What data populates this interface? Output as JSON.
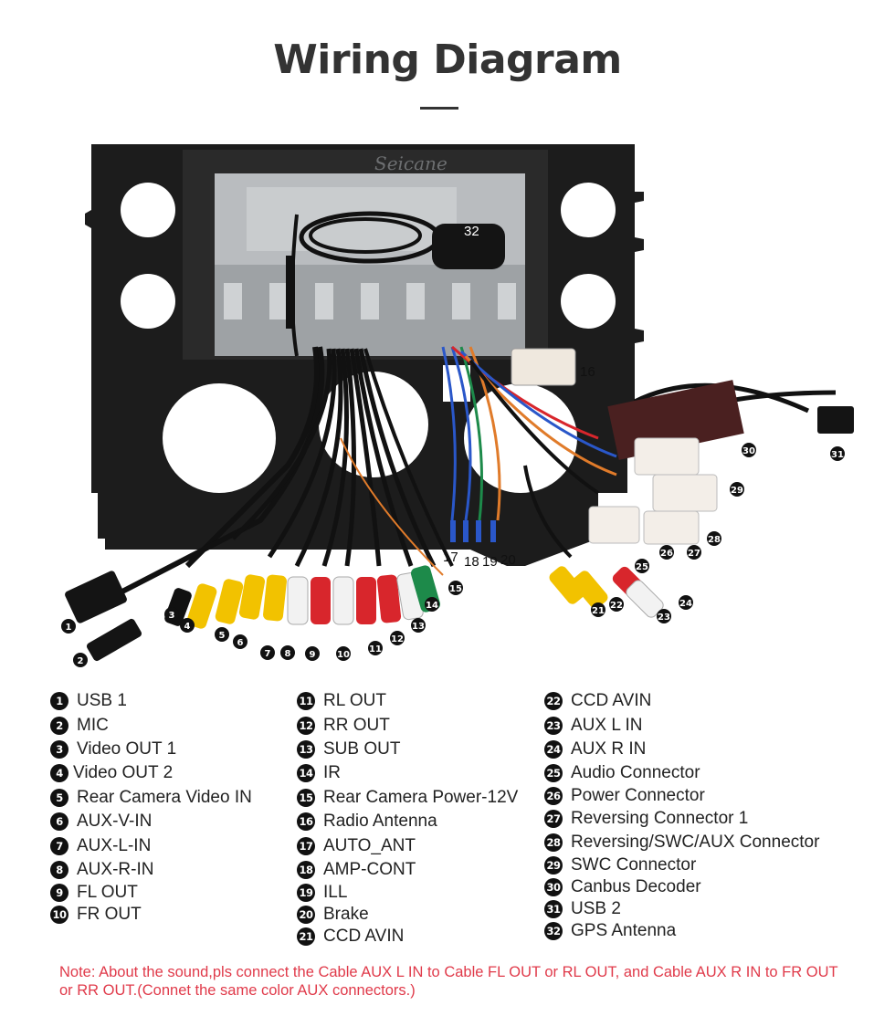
{
  "title": "Wiring Diagram",
  "watermark": "Seicane",
  "photo_labels": {
    "n1": "1",
    "n2": "2",
    "n3": "3",
    "n4": "4",
    "n5": "5",
    "n6": "6",
    "n7": "7",
    "n8": "8",
    "n9": "9",
    "n10": "10",
    "n11": "11",
    "n12": "12",
    "n13": "13",
    "n14": "14",
    "n15": "15",
    "n16": "16",
    "n17": "17",
    "n18": "18",
    "n19": "19",
    "n20": "20",
    "n21": "21",
    "n22": "22",
    "n23": "23",
    "n24": "24",
    "n25": "25",
    "n26": "26",
    "n27": "27",
    "n28": "28",
    "n29": "29",
    "n30": "30",
    "n31": "31",
    "n32": "32"
  },
  "legend": {
    "col1": [
      {
        "num": "1",
        "label": "USB 1"
      },
      {
        "num": "2",
        "label": "MIC"
      },
      {
        "num": "3",
        "label": "Video OUT 1"
      },
      {
        "num": "4",
        "label": "Video OUT 2"
      },
      {
        "num": "5",
        "label": "Rear Camera Video IN"
      },
      {
        "num": "6",
        "label": "AUX-V-IN"
      },
      {
        "num": "7",
        "label": "AUX-L-IN"
      },
      {
        "num": "8",
        "label": "AUX-R-IN"
      },
      {
        "num": "9",
        "label": "FL OUT"
      },
      {
        "num": "10",
        "label": "FR OUT"
      }
    ],
    "col2": [
      {
        "num": "11",
        "label": "RL OUT"
      },
      {
        "num": "12",
        "label": "RR OUT"
      },
      {
        "num": "13",
        "label": "SUB OUT"
      },
      {
        "num": "14",
        "label": "IR"
      },
      {
        "num": "15",
        "label": "Rear Camera Power-12V"
      },
      {
        "num": "16",
        "label": "Radio Antenna"
      },
      {
        "num": "17",
        "label": "AUTO_ANT"
      },
      {
        "num": "18",
        "label": "AMP-CONT"
      },
      {
        "num": "19",
        "label": "ILL"
      },
      {
        "num": "20",
        "label": "Brake"
      },
      {
        "num": "21",
        "label": "CCD AVIN"
      }
    ],
    "col3": [
      {
        "num": "22",
        "label": "CCD AVIN"
      },
      {
        "num": "23",
        "label": "AUX L IN"
      },
      {
        "num": "24",
        "label": "AUX R IN"
      },
      {
        "num": "25",
        "label": "Audio Connector"
      },
      {
        "num": "26",
        "label": "Power Connector"
      },
      {
        "num": "27",
        "label": "Reversing Connector 1"
      },
      {
        "num": "28",
        "label": "Reversing/SWC/AUX Connector"
      },
      {
        "num": "29",
        "label": "SWC Connector"
      },
      {
        "num": "30",
        "label": "Canbus Decoder"
      },
      {
        "num": "31",
        "label": "USB 2"
      },
      {
        "num": "32",
        "label": "GPS Antenna"
      }
    ]
  },
  "note": "Note: About the sound,pls connect the Cable AUX L IN to Cable FL OUT or RL OUT, and Cable AUX R IN to FR OUT or RR OUT.(Connet the same color AUX connectors.)",
  "colors": {
    "title": "#333333",
    "note": "#e03a4a",
    "badge": "#111111",
    "frame": "#1c1c1c",
    "rca_yellow": "#f2c200",
    "rca_red": "#d8262c",
    "rca_white": "#f2f2f2",
    "rca_green": "#1d8a4a"
  }
}
